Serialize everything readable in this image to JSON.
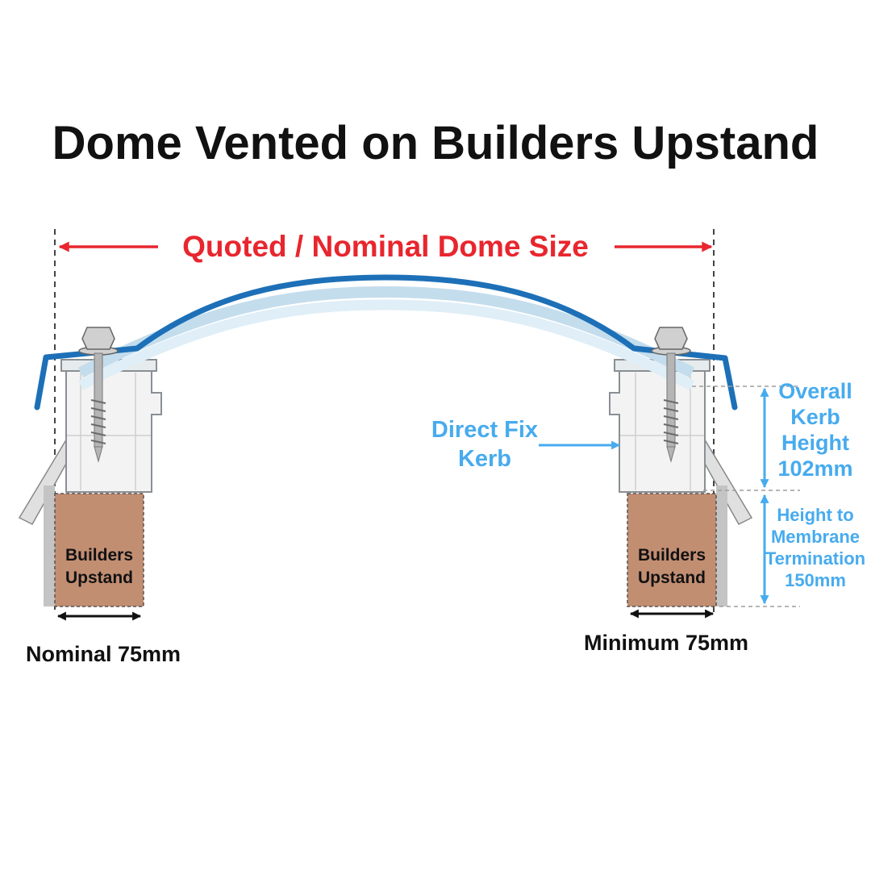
{
  "title": "Dome Vented on Builders Upstand",
  "annotations": {
    "dome_size": "Quoted / Nominal Dome Size",
    "direct_fix_kerb": [
      "Direct Fix",
      "Kerb"
    ],
    "overall_kerb_height": [
      "Overall",
      "Kerb",
      "Height",
      "102mm"
    ],
    "membrane_termination": [
      "Height to",
      "Membrane",
      "Termination",
      "150mm"
    ],
    "builders_upstand": [
      "Builders",
      "Upstand"
    ],
    "nominal_width": "Nominal 75mm",
    "minimum_width": "Minimum 75mm"
  },
  "colors": {
    "dimension_red": "#e8262e",
    "label_blue": "#47abee",
    "dome_blue": "#1d70b7",
    "upstand_brown": "#c28e72"
  }
}
